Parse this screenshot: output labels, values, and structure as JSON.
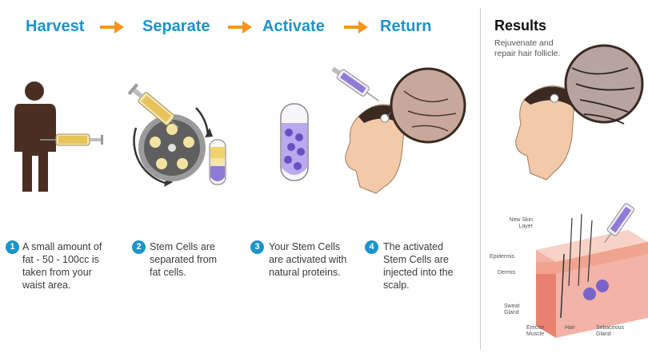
{
  "steps": [
    {
      "title": "Harvest",
      "number": "1",
      "description": "A small amount of  fat - 50 - 100cc is taken from your waist area."
    },
    {
      "title": "Separate",
      "number": "2",
      "description": "Stem Cells are separated from fat cells."
    },
    {
      "title": "Activate",
      "number": "3",
      "description": "Your Stem Cells are activated with natural proteins."
    },
    {
      "title": "Return",
      "number": "4",
      "description": "The activated Stem Cells are injected into the scalp."
    }
  ],
  "results": {
    "title": "Results",
    "description": "Rejuvenate  and repair hair follicle."
  },
  "skin_labels": {
    "new_skin_layer": "New Skin Layer",
    "epidermis": "Epidermis",
    "dermis": "Dermis",
    "sweat_gland": "Sweat Gland",
    "erector_muscle": "Erector Muscle",
    "hair": "Hair",
    "sebaceous_gland": "Sebaceous Gland"
  },
  "colors": {
    "accent_blue": "#1b95c9",
    "arrow_orange": "#f7941d",
    "silhouette": "#4a2e22",
    "fat_yellow": "#e8c25a",
    "activated_purple": "#8f7ad6"
  }
}
